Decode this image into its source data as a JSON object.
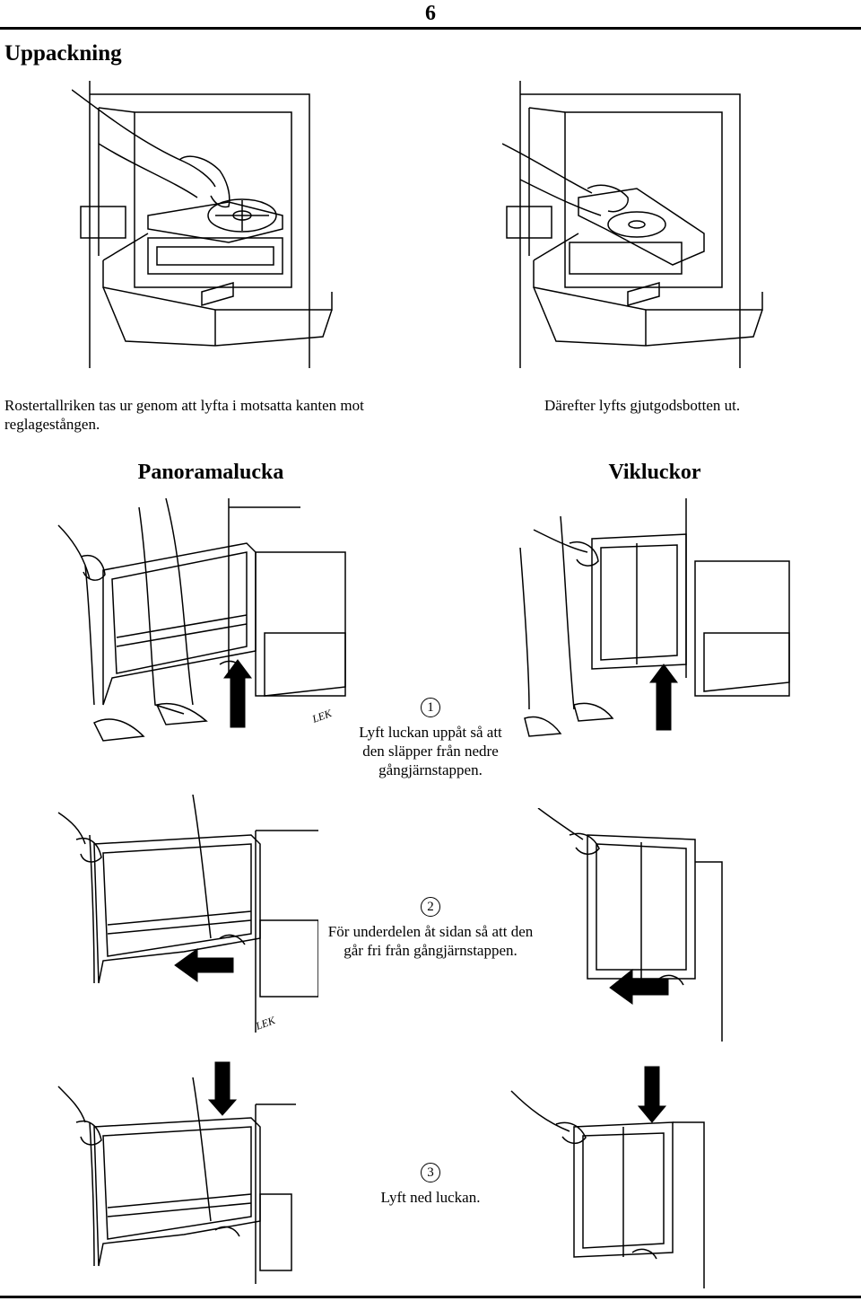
{
  "page": {
    "number": "6",
    "section_title": "Uppackning"
  },
  "captions": {
    "left": "Rostertallriken tas ur genom att lyfta i motsatta kanten mot reglagestången.",
    "right": "Därefter lyfts gjutgodsbotten ut."
  },
  "subheads": {
    "left": "Panoramalucka",
    "right": "Vikluckor"
  },
  "steps": [
    {
      "number": "1",
      "text_lines": [
        "Lyft luckan uppåt så att",
        "den släpper från nedre",
        "gångjärnstappen."
      ]
    },
    {
      "number": "2",
      "text_lines": [
        "För underdelen åt sidan så att den",
        "går fri från gångjärnstappen."
      ]
    },
    {
      "number": "3",
      "text_lines": [
        "Lyft ned luckan."
      ]
    }
  ],
  "illustration_labels": {
    "brand_mark": "LEK"
  }
}
